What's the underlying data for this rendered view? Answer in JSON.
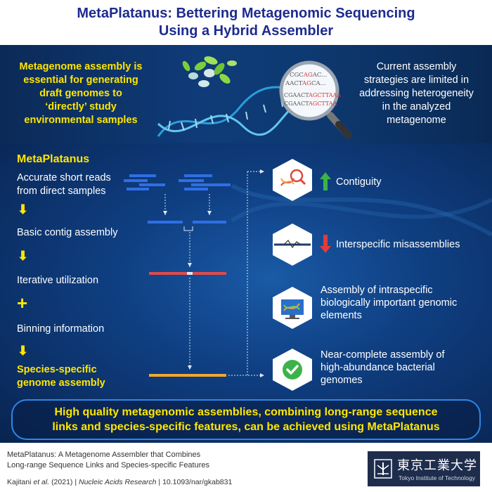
{
  "header": {
    "line1": "MetaPlatanus: Bettering Metagenomic Sequencing",
    "line2": "Using a Hybrid Assembler"
  },
  "intro": {
    "left": [
      "Metagenome assembly is",
      "essential for generating",
      "draft genomes to",
      "‘directly’ study",
      "environmental samples"
    ],
    "right": [
      "Current assembly",
      "strategies are limited in",
      "addressing heterogeneity",
      "in the analyzed",
      "metagenome"
    ],
    "magnifier_text": [
      "CGCAGAC...",
      "AACTAGCA...",
      "CGAACTAGCTTAAA",
      "CGAACTAGCTTAA"
    ]
  },
  "pipeline": {
    "title": "MetaPlatanus",
    "steps": [
      "Accurate short reads",
      "from direct samples",
      "Basic contig assembly",
      "Iterative utilization",
      "Binning information",
      "Species-specific",
      "genome assembly"
    ],
    "arrow_glyph": "⬇",
    "plus_glyph": "+"
  },
  "results": [
    {
      "icon": "dna-magnifier-icon",
      "arrow": "up",
      "lines": [
        "Contiguity"
      ]
    },
    {
      "icon": "misassembly-line-icon",
      "arrow": "down",
      "lines": [
        "Interspecific misassemblies"
      ]
    },
    {
      "icon": "monitor-dna-icon",
      "arrow": "none",
      "lines": [
        "Assembly of intraspecific",
        "biologically important genomic",
        "elements"
      ]
    },
    {
      "icon": "checkmark-icon",
      "arrow": "none",
      "lines": [
        "Near-complete assembly of",
        "high-abundance bacterial",
        "genomes"
      ]
    }
  ],
  "banner": {
    "line1": "High quality metagenomic assemblies, combining long-range sequence",
    "line2": "links and species-specific features, can be achieved using MetaPlatanus"
  },
  "citation": {
    "title1": "MetaPlatanus: A Metagenome Assembler that Combines",
    "title2": "Long-range Sequence Links and Species-specific Features",
    "authors": "Kajitani",
    "etal": "et al.",
    "year": "(2021)",
    "sep1": "|",
    "journal": "Nucleic Acids Research",
    "sep2": "|",
    "doi": "10.1093/nar/gkab831"
  },
  "logo": {
    "jp": "東京工業大学",
    "en": "Tokyo Institute of Technology"
  },
  "colors": {
    "title_blue": "#1d2b8f",
    "yellow": "#ffe600",
    "read_blue": "#2f6fe6",
    "contig_red": "#e04a4a",
    "final_orange": "#f0a830",
    "up_green": "#3cb34a",
    "down_red": "#e23b3b"
  }
}
